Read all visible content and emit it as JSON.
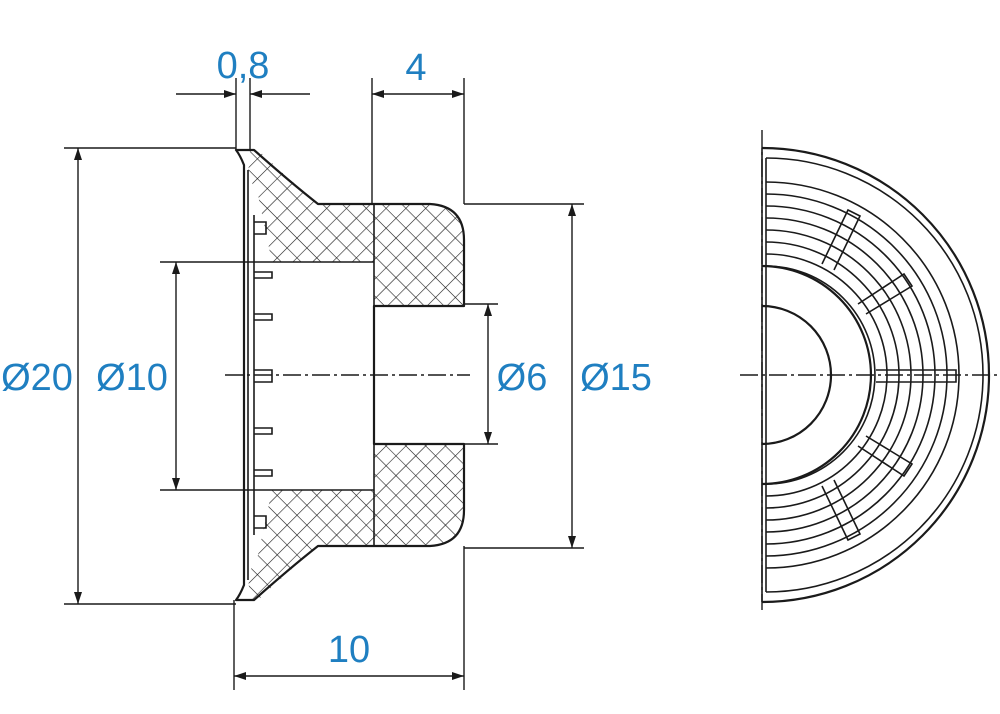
{
  "colors": {
    "dimension_text": "#1f7fc1",
    "line": "#1a1a1a"
  },
  "dimensions": {
    "flange_thickness": "0,8",
    "hub_length": "4",
    "outer_diameter": "Ø20",
    "bore_diameter": "Ø10",
    "inner_hole_diameter": "Ø6",
    "hub_diameter": "Ø15",
    "total_length": "10"
  }
}
